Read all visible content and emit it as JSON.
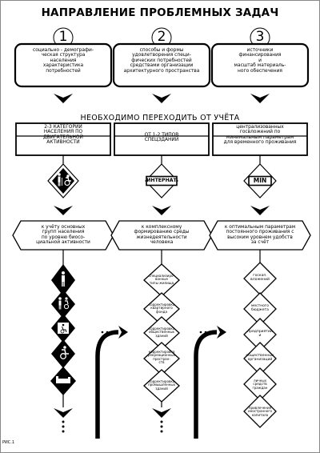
{
  "title": "НАПРАВЛЕНИЕ ПРОБЛЕМНЫХ ЗАДАЧ",
  "subtitle": "НЕОБХОДИМО ПЕРЕХОДИТЬ ОТ УЧЁТА",
  "figure_label": "РИС.1",
  "columns": [
    {
      "number": "1",
      "problem": "социально - демографи-\nческая структура\nнаселения\nхарактеристика\nпотребностей",
      "from": "2-3 КАТЕГОРИИ\nНАСЕЛЕНИЯ ПО\nДВИГАТЕЛЬНОЙ\nАКТИВНОСТИ",
      "to": "к учёту основных\nгрупп населения\nпо уровню биосо-\nциальной активности"
    },
    {
      "number": "2",
      "problem": "способы и формы\nудовлетворения специ-\nфических потребностей\nсредствами организации\nархитектурного пространства",
      "from": "ОТ 1-2 ТИПОВ\nСПЕЦЗДАНИЙ",
      "badge": "ИНТЕРНАТ",
      "to": "к комплексному\nформированию среды\nжизнедеятельности\nчеловека"
    },
    {
      "number": "3",
      "problem": "источники\nфинансирования\nи\nмасштаб материаль-\nного обеспечения",
      "from": "централизованных\nгосвложений по\nминимальным параметрам\nдля временного проживания",
      "badge": "MIN",
      "to": "к оптимальным параметрам\nпостоянного проживания с\nвысоким уровнем удобств\nза счёт"
    }
  ],
  "building_types": [
    "специализиро-\nванные\nтипы жилища",
    "корректировка\nквартирного\nфонда",
    "корректировка\nобщественных\nзданий",
    "корректировка\nрекреационных\nпростран-\nств",
    "корректировка\nпромышленных\nзданий"
  ],
  "funding_sources": [
    "госкап.\nвложений",
    "местного\nбюджета",
    "предприятий\nи",
    "общественных\nорганизаций",
    "личных\nсредств\nграждан",
    "привлечения\nиностранного\nкапитала"
  ],
  "icons": [
    "elderly-person-icon",
    "wheelchair-icon",
    "person-icon",
    "bent-person-icon",
    "accessibility-icon",
    "bed-icon"
  ]
}
